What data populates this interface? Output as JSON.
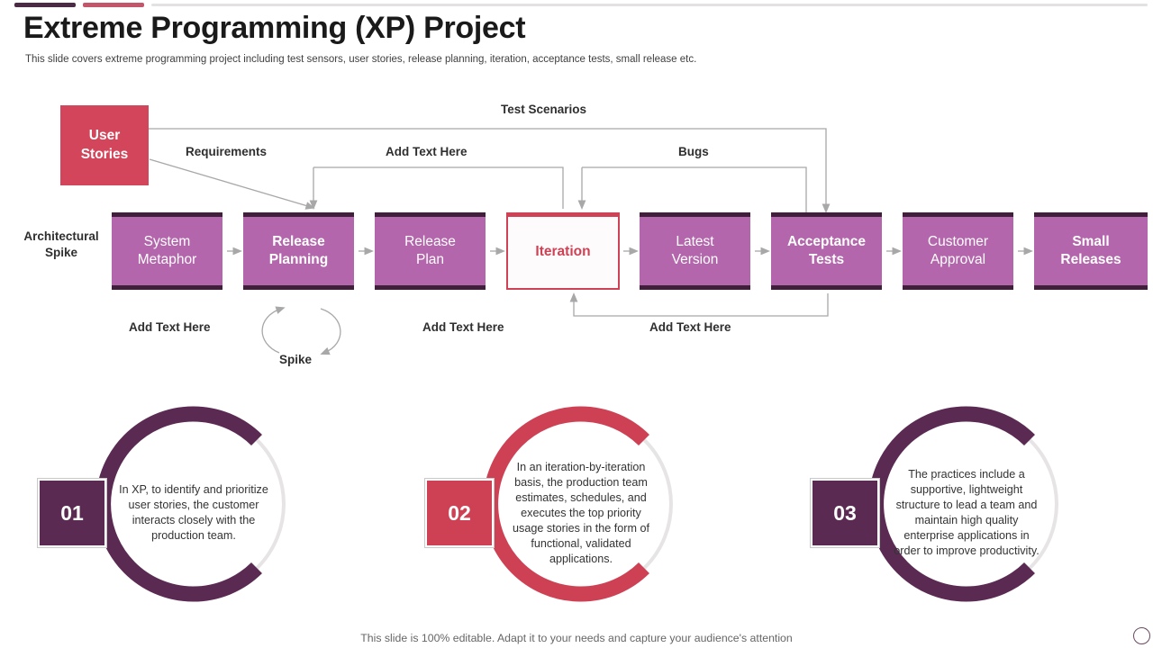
{
  "header": {
    "title": "Extreme Programming (XP) Project",
    "subtitle": "This slide covers extreme programming project including test sensors, user stories, release planning, iteration, acceptance tests, small release etc."
  },
  "colors": {
    "purple_fill": "#b366ab",
    "purple_dark": "#3f1f3a",
    "crimson": "#d2455a",
    "iteration_border": "#cf4155",
    "deep_purple": "#5b2a52",
    "line_gray": "#9e9e9e",
    "arc_gray": "#e6e4e4"
  },
  "diagram": {
    "source_box": {
      "label": "User\nStories",
      "name": "user-stories"
    },
    "left_label": {
      "line1": "Architectural",
      "line2": "Spike"
    },
    "boxes": [
      {
        "id": "system-metaphor",
        "line1": "System",
        "line2": "Metaphor",
        "bold": false,
        "style": "purple"
      },
      {
        "id": "release-planning",
        "line1": "Release",
        "line2": "Planning",
        "bold": true,
        "style": "purple"
      },
      {
        "id": "release-plan",
        "line1": "Release",
        "line2": "Plan",
        "bold": false,
        "style": "purple"
      },
      {
        "id": "iteration",
        "line1": "Iteration",
        "line2": "",
        "bold": true,
        "style": "white"
      },
      {
        "id": "latest-version",
        "line1": "Latest",
        "line2": "Version",
        "bold": false,
        "style": "purple"
      },
      {
        "id": "acceptance-tests",
        "line1": "Acceptance",
        "line2": "Tests",
        "bold": true,
        "style": "purple"
      },
      {
        "id": "customer-approval",
        "line1": "Customer",
        "line2": "Approval",
        "bold": false,
        "style": "purple"
      },
      {
        "id": "small-releases",
        "line1": "Small",
        "line2": "Releases",
        "bold": true,
        "style": "purple"
      }
    ],
    "connector_labels": {
      "test_scenarios": "Test Scenarios",
      "requirements": "Requirements",
      "add_text_top": "Add  Text Here",
      "bugs": "Bugs",
      "add_text_bottom_left": "Add  Text Here",
      "add_text_bottom_mid": "Add  Text Here",
      "add_text_bottom_right": "Add  Text Here",
      "spike": "Spike"
    }
  },
  "cards": [
    {
      "number": "01",
      "color": "#5b2a52",
      "text": "In XP, to identify and prioritize user stories, the customer interacts closely with the production team."
    },
    {
      "number": "02",
      "color": "#ce4154",
      "text": "In an iteration-by-iteration basis, the production team estimates, schedules, and executes the top priority usage stories in the form of functional, validated applications."
    },
    {
      "number": "03",
      "color": "#5b2a52",
      "text": "The practices include a supportive, lightweight structure to lead a team and maintain high quality enterprise applications in order to improve productivity."
    }
  ],
  "footer": {
    "note": "This slide is 100% editable. Adapt it to your needs and capture your audience's attention"
  }
}
